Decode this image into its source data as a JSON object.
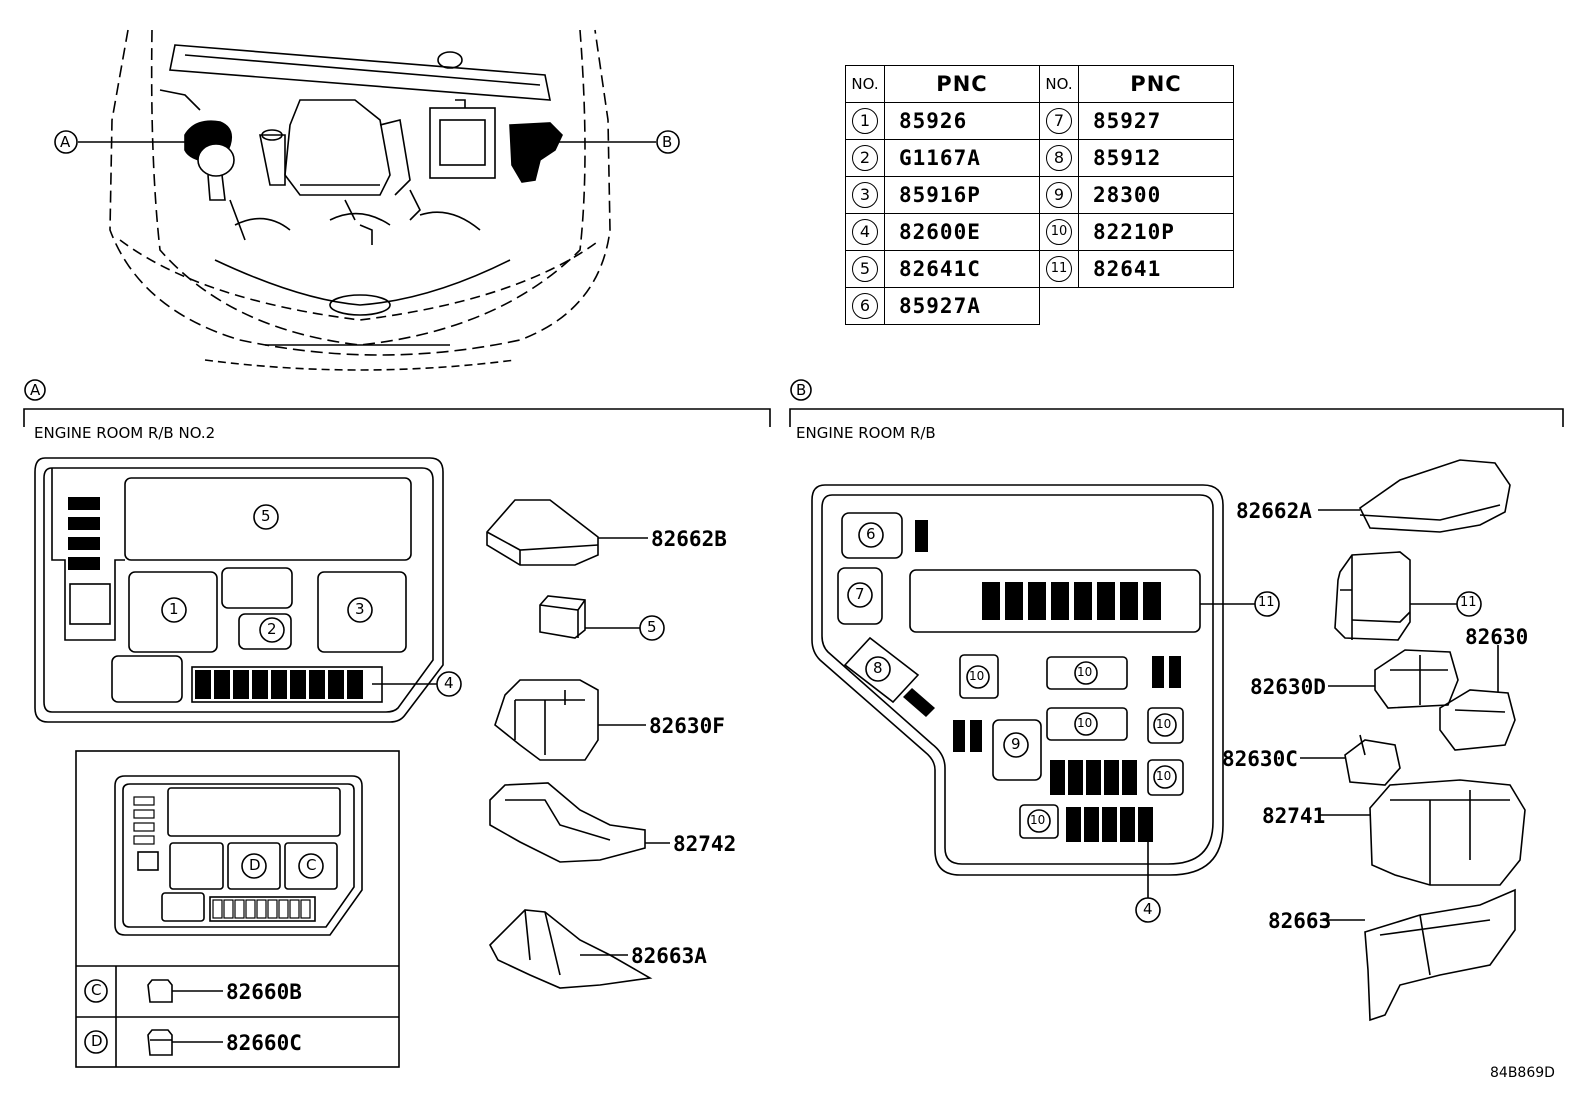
{
  "pnc_table": {
    "headers": [
      "NO.",
      "PNC",
      "NO.",
      "PNC"
    ],
    "rows": [
      {
        "no1": "1",
        "pnc1": "85926",
        "no2": "7",
        "pnc2": "85927"
      },
      {
        "no1": "2",
        "pnc1": "G1167A",
        "no2": "8",
        "pnc2": "85912"
      },
      {
        "no1": "3",
        "pnc1": "85916P",
        "no2": "9",
        "pnc2": "28300"
      },
      {
        "no1": "4",
        "pnc1": "82600E",
        "no2": "10",
        "pnc2": "82210P"
      },
      {
        "no1": "5",
        "pnc1": "82641C",
        "no2": "11",
        "pnc2": "82641"
      },
      {
        "no1": "6",
        "pnc1": "85927A",
        "no2": "",
        "pnc2": ""
      }
    ]
  },
  "overview": {
    "marker_a": "A",
    "marker_b": "B"
  },
  "section_a": {
    "marker": "A",
    "title": "ENGINE ROOM R/B NO.2",
    "box_slots": [
      "5",
      "1",
      "2",
      "3",
      "4"
    ],
    "parts": [
      "82662B",
      "5",
      "82630F",
      "82742",
      "82663A"
    ],
    "sub_box_slots": [
      "D",
      "C"
    ],
    "sub_rows": [
      {
        "marker": "C",
        "part": "82660B"
      },
      {
        "marker": "D",
        "part": "82660C"
      }
    ]
  },
  "section_b": {
    "marker": "B",
    "title": "ENGINE ROOM R/B",
    "box_slots": [
      "6",
      "7",
      "8",
      "9",
      "10",
      "10",
      "10",
      "10",
      "10",
      "10",
      "11",
      "4"
    ],
    "parts": [
      "82662A",
      "11",
      "82630",
      "82630D",
      "82630C",
      "82741",
      "82663"
    ]
  },
  "figure_code": "84B869D",
  "colors": {
    "ink": "#000000",
    "paper": "#ffffff"
  }
}
